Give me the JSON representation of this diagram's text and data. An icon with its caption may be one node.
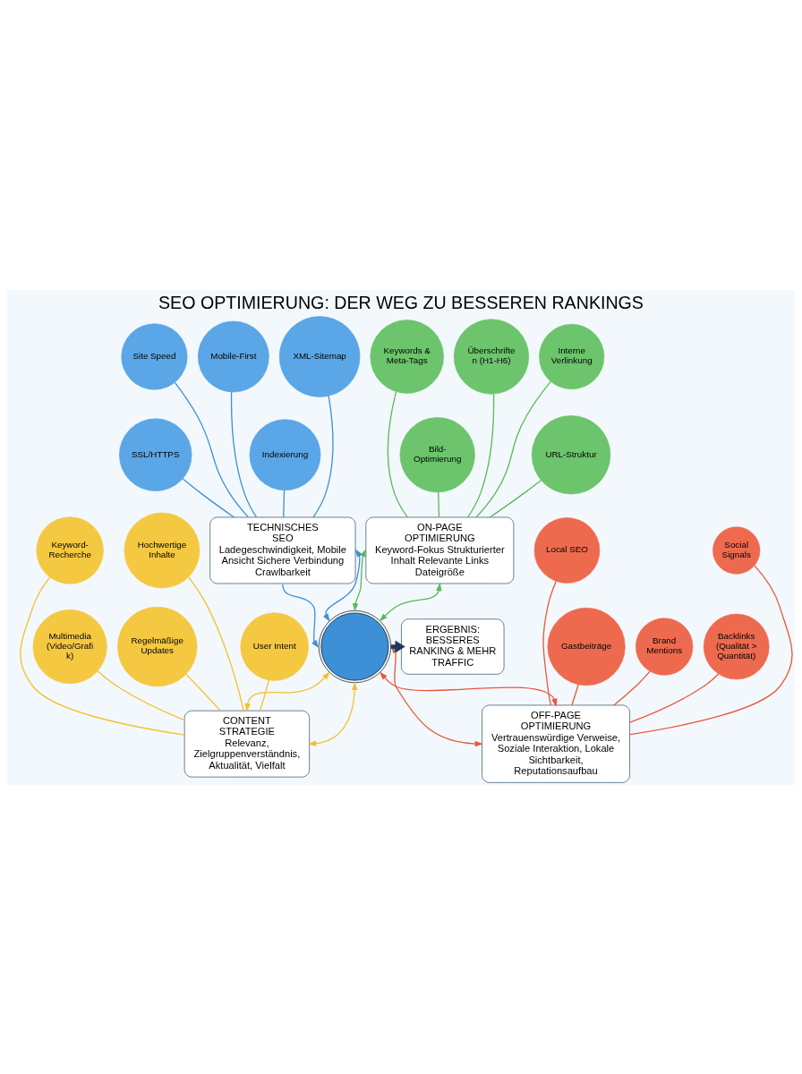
{
  "diagram": {
    "title": "SEO OPTIMIERUNG: DER WEG ZU BESSEREN RANKINGS",
    "nodes": [
      {
        "text": [],
        "shape": "picture"
      },
      {
        "text": [
          "TECHNISCHES SEO",
          "Ladegeschwindigkeit, Mobile Ansicht Sichere Verbindung Crawlbarkeit"
        ]
      },
      {
        "text": [
          "ON-PAGE OPTIMIERUNG",
          "Keyword-Fokus Strukturierter Inhalt Relevante Links Dateigröße"
        ]
      },
      {
        "text": [
          "CONTENT STRATEGIE",
          "Relevanz, Zielgruppenverständnis, Aktualität, Vielfalt"
        ]
      },
      {
        "text": [
          "OFF-PAGE OPTIMIERUNG",
          "Vertrauenswürdige Verweise, Soziale Interaktion, Lokale Sichtbarkeit, Reputationsaufbau"
        ]
      },
      {
        "text": [
          "ERGEBNIS: BESSERES RANKING & MEHR TRAFFIC"
        ]
      },
      {
        "text": [
          "Site Speed"
        ]
      },
      {
        "text": [
          "Mobile-First"
        ]
      },
      {
        "text": [
          "XML-Sitemap"
        ]
      },
      {
        "text": [
          "SSL/HTTPS"
        ]
      },
      {
        "text": [
          "Indexierung"
        ]
      },
      {
        "text": [
          "Keywords & Meta-Tags"
        ]
      },
      {
        "text": [
          "Überschriften (H1-H6)"
        ]
      },
      {
        "text": [
          "Interne Verlinkung"
        ]
      },
      {
        "text": [
          "Bild-Optimierung"
        ]
      },
      {
        "text": [
          "URL-Struktur"
        ]
      },
      {
        "text": [
          "Hochwertige Inhalte"
        ]
      },
      {
        "text": [
          "Keyword-Recherche"
        ]
      },
      {
        "text": [
          "User Intent"
        ]
      },
      {
        "text": [
          "Regelmäßige Updates"
        ]
      },
      {
        "text": [
          "Multimedia",
          "(Video/Grafik)"
        ]
      },
      {
        "text": [
          "Social Signals"
        ]
      },
      {
        "text": [
          "Local SEO"
        ]
      },
      {
        "text": [
          "Backlinks",
          "(Qualität > Quantität)"
        ]
      },
      {
        "text": [
          "Brand Mentions"
        ]
      },
      {
        "text": [
          "Gastbeiträge"
        ]
      }
    ],
    "edges": [
      {
        "from": 1,
        "to": 0,
        "arrow": "both",
        "color": "#3d8fd6"
      },
      {
        "from": 1,
        "to": 0,
        "arrow": "to",
        "color": "#3d8fd6"
      },
      {
        "from": 0,
        "to": 2,
        "arrow": "both",
        "color": "#5cb85c"
      },
      {
        "from": 0,
        "to": 2,
        "arrow": "both",
        "color": "#5cb85c"
      },
      {
        "from": 0,
        "to": 3,
        "arrow": "both",
        "color": "#f2c12e"
      },
      {
        "from": 0,
        "to": 3,
        "arrow": "both",
        "color": "#f2c12e"
      },
      {
        "from": 0,
        "to": 4,
        "arrow": "both",
        "color": "#e8573c"
      },
      {
        "from": 0,
        "to": 4,
        "arrow": "both",
        "color": "#e8573c"
      },
      {
        "from": 0,
        "to": 5,
        "arrow": "to",
        "style": "thick",
        "color": "#1d3a5c"
      },
      {
        "from": 6,
        "to": 1,
        "arrow": "none",
        "color": "#3d8fd6"
      },
      {
        "from": 7,
        "to": 1,
        "arrow": "none",
        "color": "#3d8fd6"
      },
      {
        "from": 8,
        "to": 1,
        "arrow": "none",
        "color": "#3d8fd6"
      },
      {
        "from": 9,
        "to": 1,
        "arrow": "none",
        "color": "#3d8fd6"
      },
      {
        "from": 10,
        "to": 1,
        "arrow": "none",
        "color": "#3d8fd6"
      },
      {
        "from": 11,
        "to": 2,
        "arrow": "none",
        "color": "#5cb85c"
      },
      {
        "from": 12,
        "to": 2,
        "arrow": "none",
        "color": "#5cb85c"
      },
      {
        "from": 13,
        "to": 2,
        "arrow": "none",
        "color": "#5cb85c"
      },
      {
        "from": 14,
        "to": 2,
        "arrow": "none",
        "color": "#5cb85c"
      },
      {
        "from": 15,
        "to": 2,
        "arrow": "none",
        "color": "#5cb85c"
      },
      {
        "from": 3,
        "to": 16,
        "arrow": "none",
        "color": "#f2c12e"
      },
      {
        "from": 3,
        "to": 17,
        "arrow": "none",
        "color": "#f2c12e"
      },
      {
        "from": 3,
        "to": 18,
        "arrow": "none",
        "color": "#f2c12e"
      },
      {
        "from": 3,
        "to": 19,
        "arrow": "none",
        "color": "#f2c12e"
      },
      {
        "from": 3,
        "to": 20,
        "arrow": "none",
        "color": "#f2c12e"
      },
      {
        "from": 4,
        "to": 21,
        "arrow": "none",
        "color": "#e8573c"
      },
      {
        "from": 4,
        "to": 22,
        "arrow": "none",
        "color": "#e8573c"
      },
      {
        "from": 4,
        "to": 23,
        "arrow": "none",
        "color": "#e8573c"
      },
      {
        "from": 4,
        "to": 24,
        "arrow": "none",
        "color": "#e8573c"
      },
      {
        "from": 4,
        "to": 25,
        "arrow": "none",
        "color": "#e8573c"
      }
    ]
  }
}
